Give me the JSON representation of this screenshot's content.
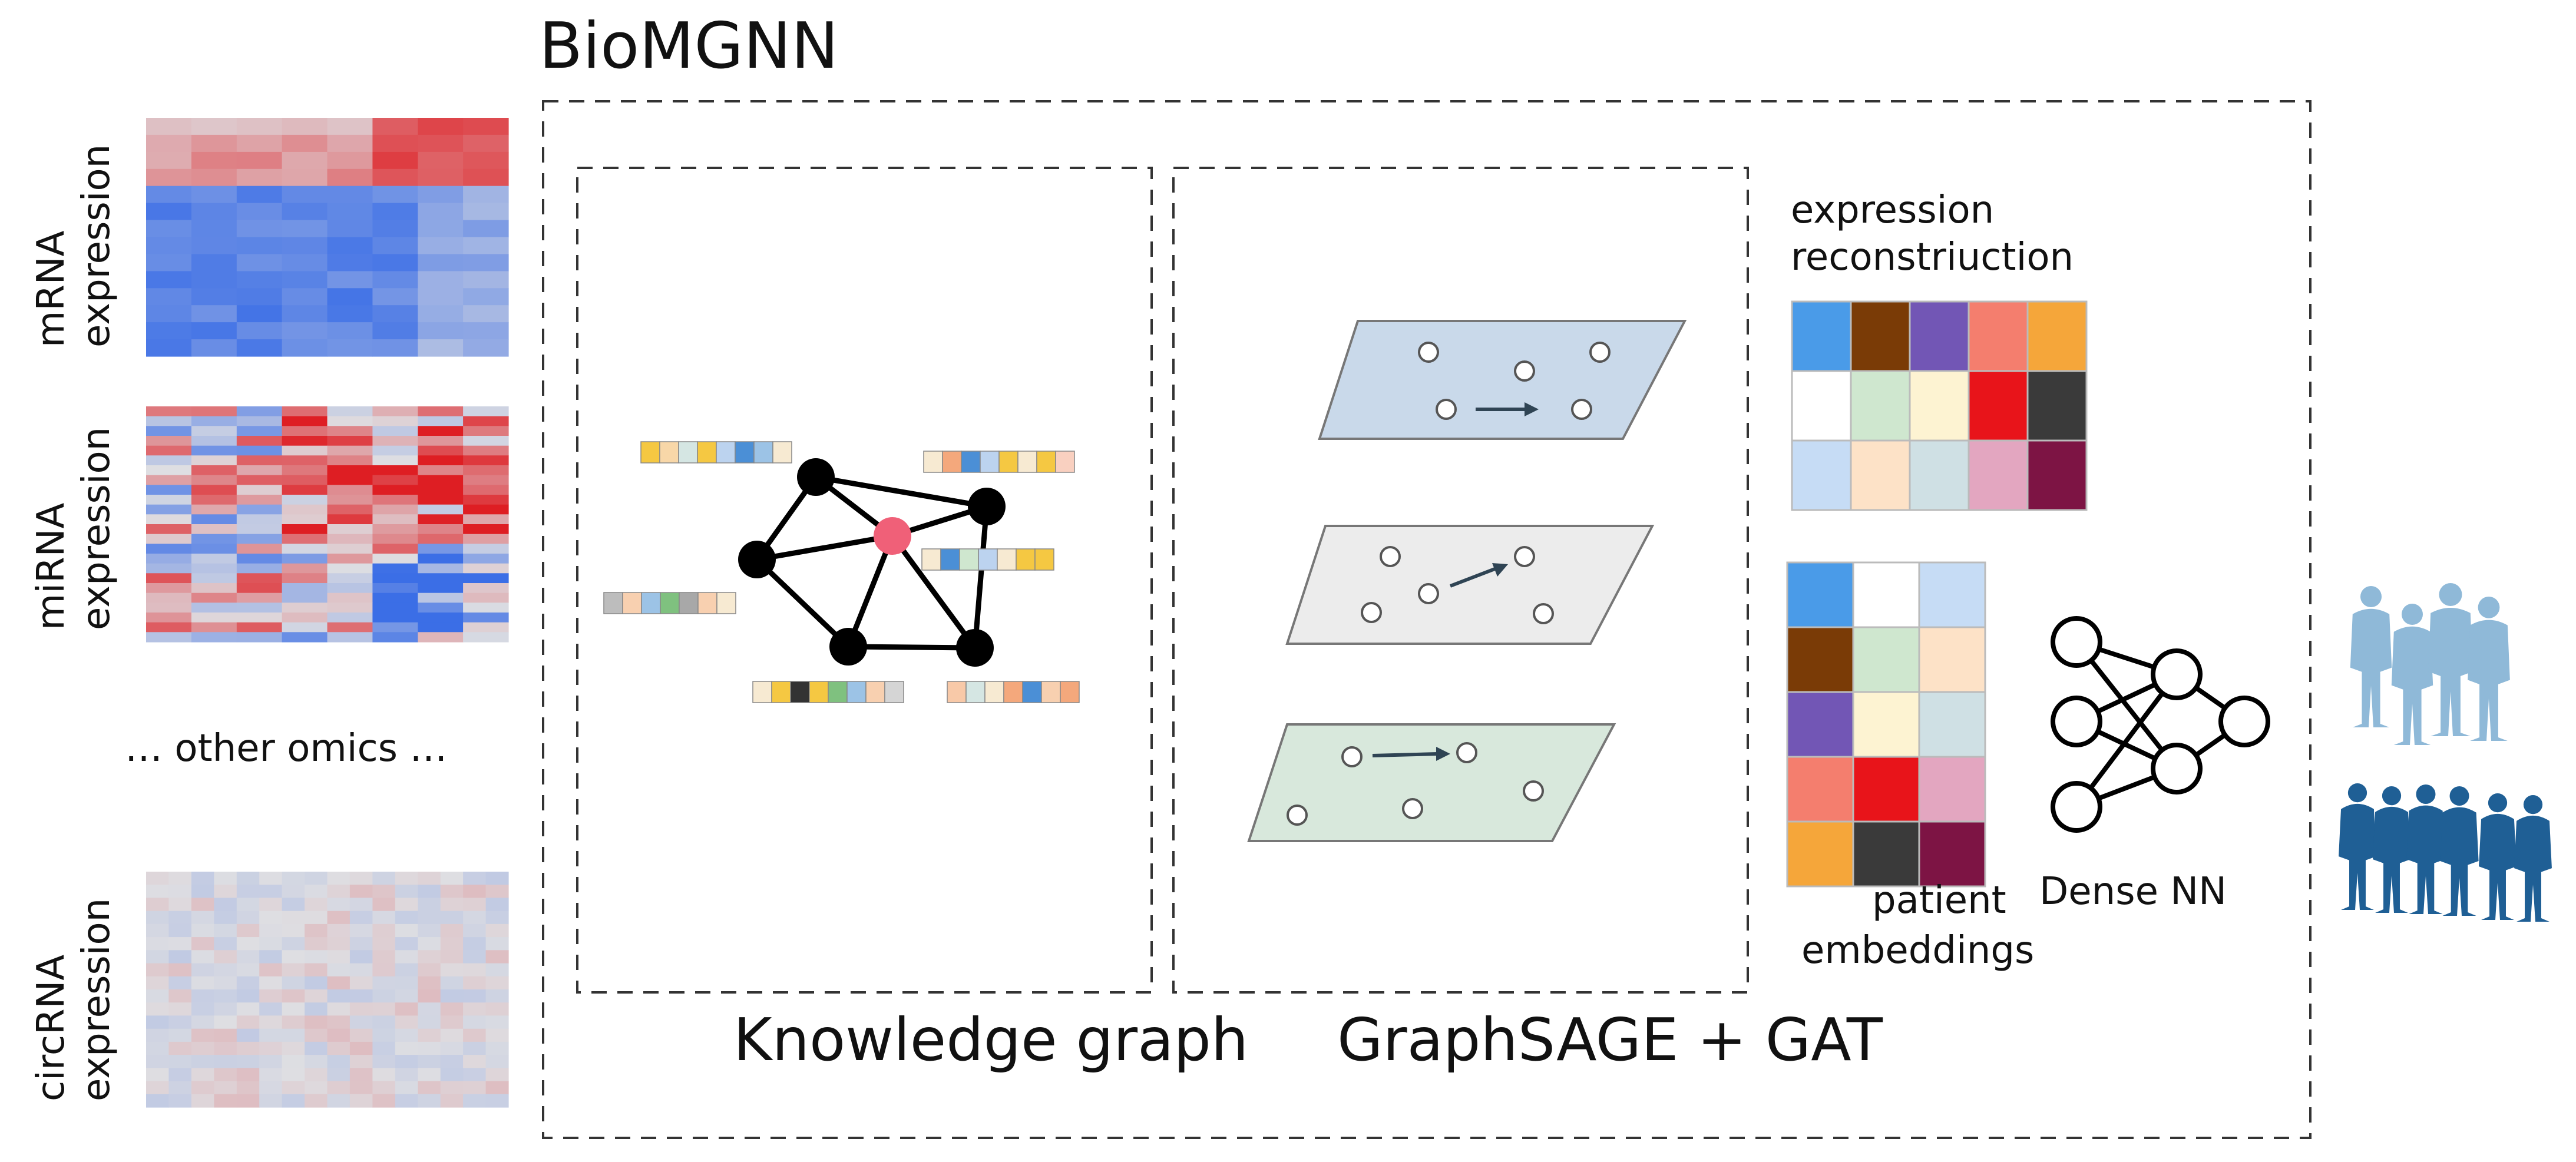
{
  "title": "BioMGNN",
  "omics": {
    "mrna_label": [
      "mRNA",
      "expression"
    ],
    "mirna_label": [
      "miRNA",
      "expression"
    ],
    "other_label": "… other omics …",
    "circrna_label": [
      "circRNA",
      "expression"
    ]
  },
  "panels": {
    "knowledge_graph_caption": "Knowledge graph",
    "graph_layers_caption": "GraphSAGE + GAT"
  },
  "right": {
    "reconstruction_label": [
      "expression",
      "reconstriuction"
    ],
    "embeddings_label": [
      "patient",
      "embeddings"
    ],
    "dense_nn_label": "Dense NN"
  },
  "colors": {
    "dashed_border": "#333333",
    "node_black": "#000000",
    "node_highlight": "#f06078",
    "layer_top": "#c9d9ea",
    "layer_mid": "#ececec",
    "layer_bottom": "#d8e8dc",
    "people_light": "#8fb9d8",
    "people_dark": "#1f5f95"
  },
  "reconstruction_grid": [
    [
      "#4a9be8",
      "#7a3b06",
      "#7256b5",
      "#f47e6e",
      "#f5a63a"
    ],
    [
      "#ffffff",
      "#cfe7cf",
      "#fdf3d2",
      "#e8141a",
      "#3a3a3a"
    ],
    [
      "#c6dcf5",
      "#fde2c7",
      "#cfe0e4",
      "#e3a6c0",
      "#7d1444"
    ]
  ],
  "embedding_grid": [
    [
      "#4a9be8",
      "#ffffff",
      "#c6dcf5"
    ],
    [
      "#7a3b06",
      "#cfe7cf",
      "#fde2c7"
    ],
    [
      "#7256b5",
      "#fdf3d2",
      "#cfe0e4"
    ],
    [
      "#f47e6e",
      "#e8141a",
      "#e3a6c0"
    ],
    [
      "#f5a63a",
      "#3a3a3a",
      "#7d1444"
    ]
  ]
}
